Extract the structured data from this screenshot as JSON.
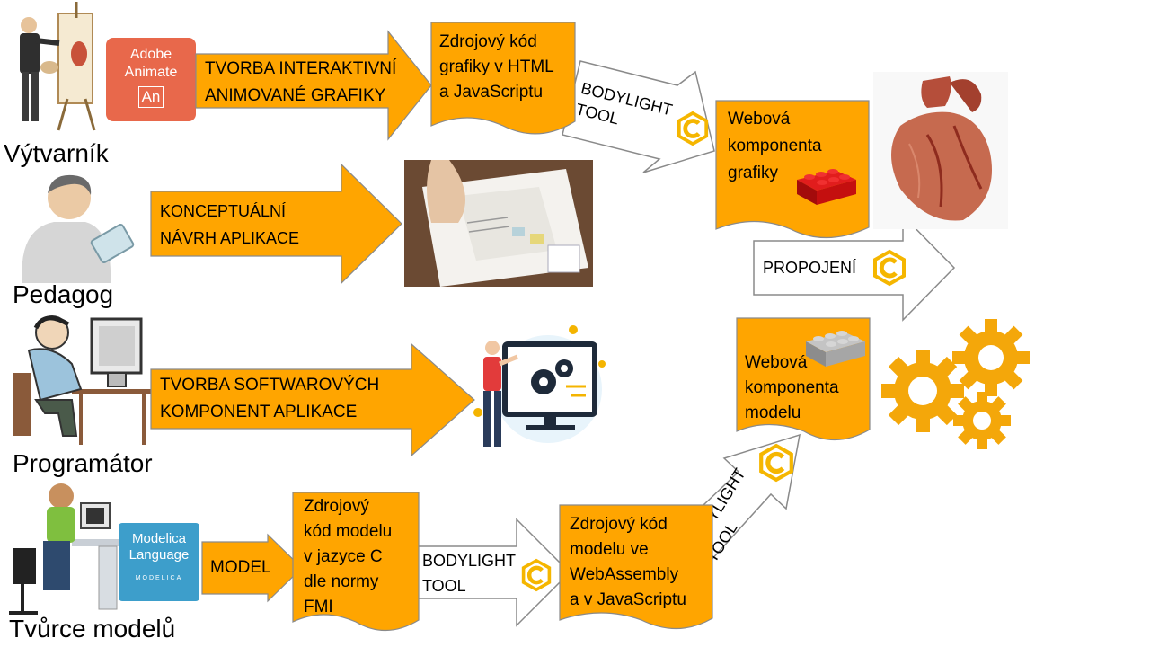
{
  "roles": {
    "artist": "Výtvarník",
    "teacher": "Pedagog",
    "programmer": "Programátor",
    "modeler": "Tvůrce modelů"
  },
  "logos": {
    "animate": {
      "line1": "Adobe",
      "line2": "Animate",
      "mark": "An",
      "color": "#e8684b"
    },
    "modelica": {
      "line1": "Modelica",
      "line2": "Language",
      "mark": "MODELICA",
      "color": "#3d9ecb"
    }
  },
  "arrows": {
    "graphics_line1": "TVORBA INTERAKTIVNÍ",
    "graphics_line2": "ANIMOVANÉ GRAFIKY",
    "concept_line1": "KONCEPTUÁLNÍ",
    "concept_line2": "NÁVRH APLIKACE",
    "software_line1": "TVORBA SOFTWAROVÝCH",
    "software_line2": "KOMPONENT APLIKACE",
    "model": "MODEL",
    "bodylight_top_line1": "BODYLIGHT",
    "bodylight_top_line2": "TOOL",
    "bodylight_bottom_line1": "BODYLIGHT",
    "bodylight_bottom_line2": "TOOL",
    "bodylight_diag_line1": "BODYLIGHT",
    "bodylight_diag_line2": "TOOL",
    "connect": "PROPOJENÍ"
  },
  "documents": {
    "html_source": [
      "Zdrojový kód",
      "grafiky v HTML",
      "a JavaScriptu"
    ],
    "graphics_component": [
      "Webová",
      "komponenta",
      "grafiky"
    ],
    "model_component": [
      "Webová",
      "komponenta",
      "modelu"
    ],
    "c_source": [
      "Zdrojový",
      "kód modelu",
      "v jazyce C",
      "dle normy",
      "FMI"
    ],
    "wasm_source": [
      "Zdrojový kód",
      "modelu ve",
      "WebAssembly",
      "a v JavaScriptu"
    ]
  },
  "colors": {
    "orange": "#ffa500",
    "brand_icon": "#f5b600",
    "gear": "#f4a70a",
    "lego_red": "#cc0c0c",
    "lego_gray": "#a9a9a9"
  }
}
